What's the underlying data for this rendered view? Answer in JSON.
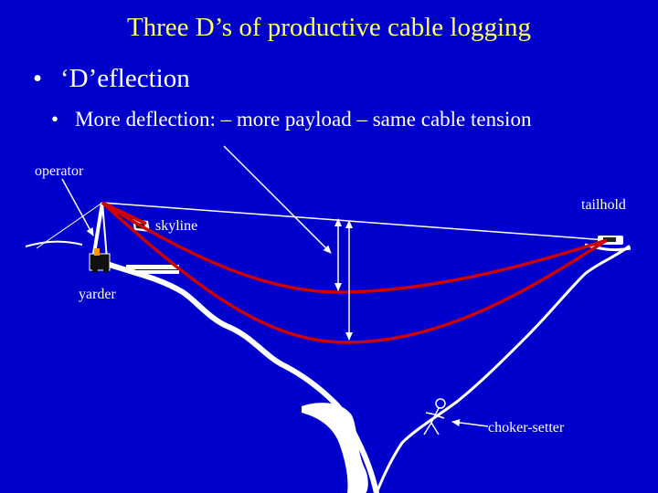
{
  "slide": {
    "title": "Three D’s of productive cable logging",
    "bullet_main": "‘D’eflection",
    "bullet_sub": "More deflection: – more payload – same cable tension",
    "bullet_glyph": "•"
  },
  "labels": {
    "operator": "operator",
    "tailhold": "tailhold",
    "skyline": "skyline",
    "yarder": "yarder",
    "choker_setter": "choker-setter"
  },
  "colors": {
    "background": "#0000cc",
    "title": "#ffff66",
    "text": "#ffffff",
    "cable": "#cc0000"
  }
}
